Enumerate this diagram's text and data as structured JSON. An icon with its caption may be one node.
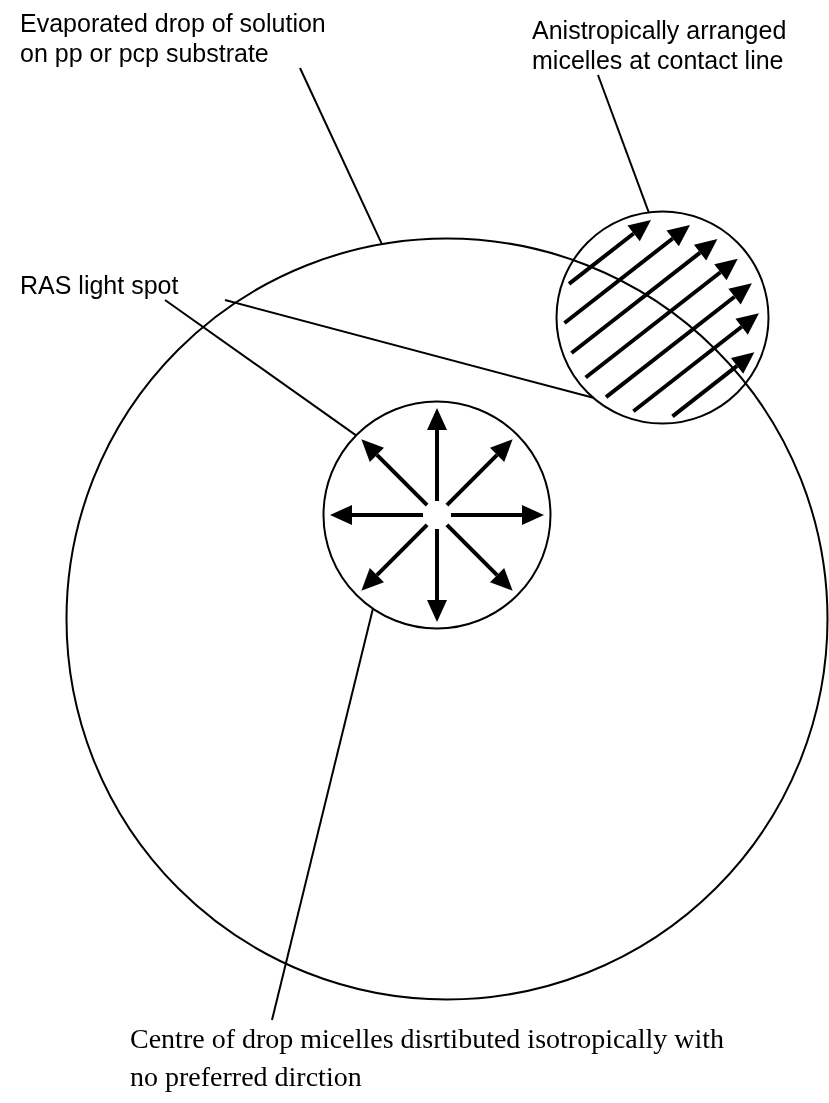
{
  "diagram": {
    "nodes": [
      {
        "text": [
          "Evaporated drop of solution on pp or pcp substrate"
        ]
      },
      {
        "text": [
          "Anistropically arranged micelles at contact line"
        ]
      },
      {
        "text": [
          "RAS light spot"
        ]
      },
      {
        "text": [],
        "shape": "circle"
      },
      {
        "text": [],
        "shape": "circle"
      },
      {
        "text": [],
        "shape": "circle",
        "in": 3
      },
      {
        "text": [
          "Centre of drop micelles disrtibuted isotropically with no preferred dirction"
        ]
      }
    ],
    "edges": [
      {
        "from": 0,
        "to": 3,
        "arrow": "none"
      },
      {
        "from": 1,
        "to": 4,
        "arrow": "none"
      },
      {
        "from": 2,
        "to": 5,
        "arrow": "none"
      },
      {
        "from": 2,
        "to": 4,
        "arrow": "none"
      },
      {
        "from": 6,
        "to": 5,
        "arrow": "none"
      }
    ]
  }
}
